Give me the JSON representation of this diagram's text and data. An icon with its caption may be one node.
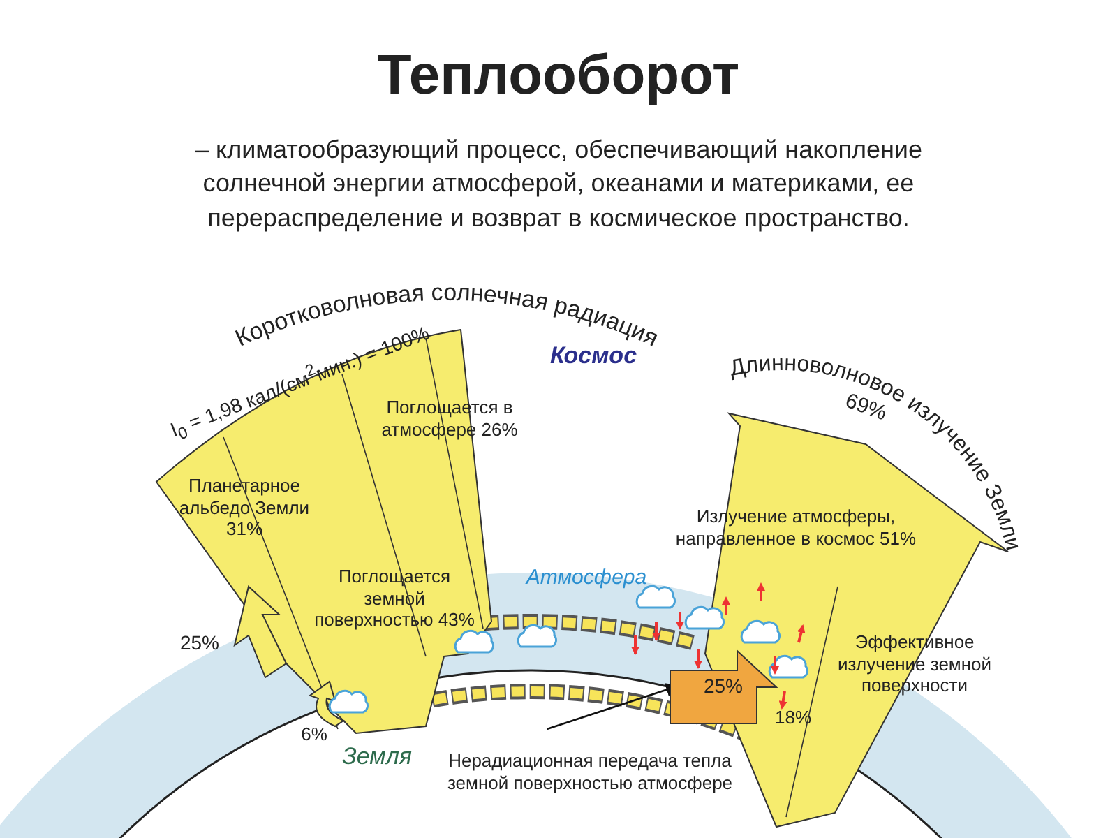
{
  "diagram": {
    "title": "Теплооборот",
    "nodes": [
      {
        "text": [
          "Нерадиационная передача тепла земной поверхностью атмосфере"
        ]
      },
      {
        "text": [
          "25%"
        ]
      }
    ],
    "edges": [
      {
        "from": 0,
        "to": 1,
        "arrow": "to"
      }
    ],
    "labels": [
      "– климатообразующий процесс, обеспечивающий накопление солнечной энергии атмосферой, океанами и материками, ее перераспределение и возврат в космическое пространство.",
      "Коротковолновая солнечная радиация",
      "I$_{0}$ = 1,98 кал/(см$^{2}$мин.) = 100%",
      "Космос",
      "Длинноволновое излучение Земли",
      "69%",
      "Поглощается в атмосфере 26%",
      "Планетарное альбедо Земли 31%",
      "Излучение атмосферы, направленное в космос 51%",
      "Поглощается земной поверхностью 43%",
      "Атмосфера",
      "25%",
      "Эффективное излучение земной поверхности",
      "6%",
      "18%",
      "Земля"
    ]
  }
}
